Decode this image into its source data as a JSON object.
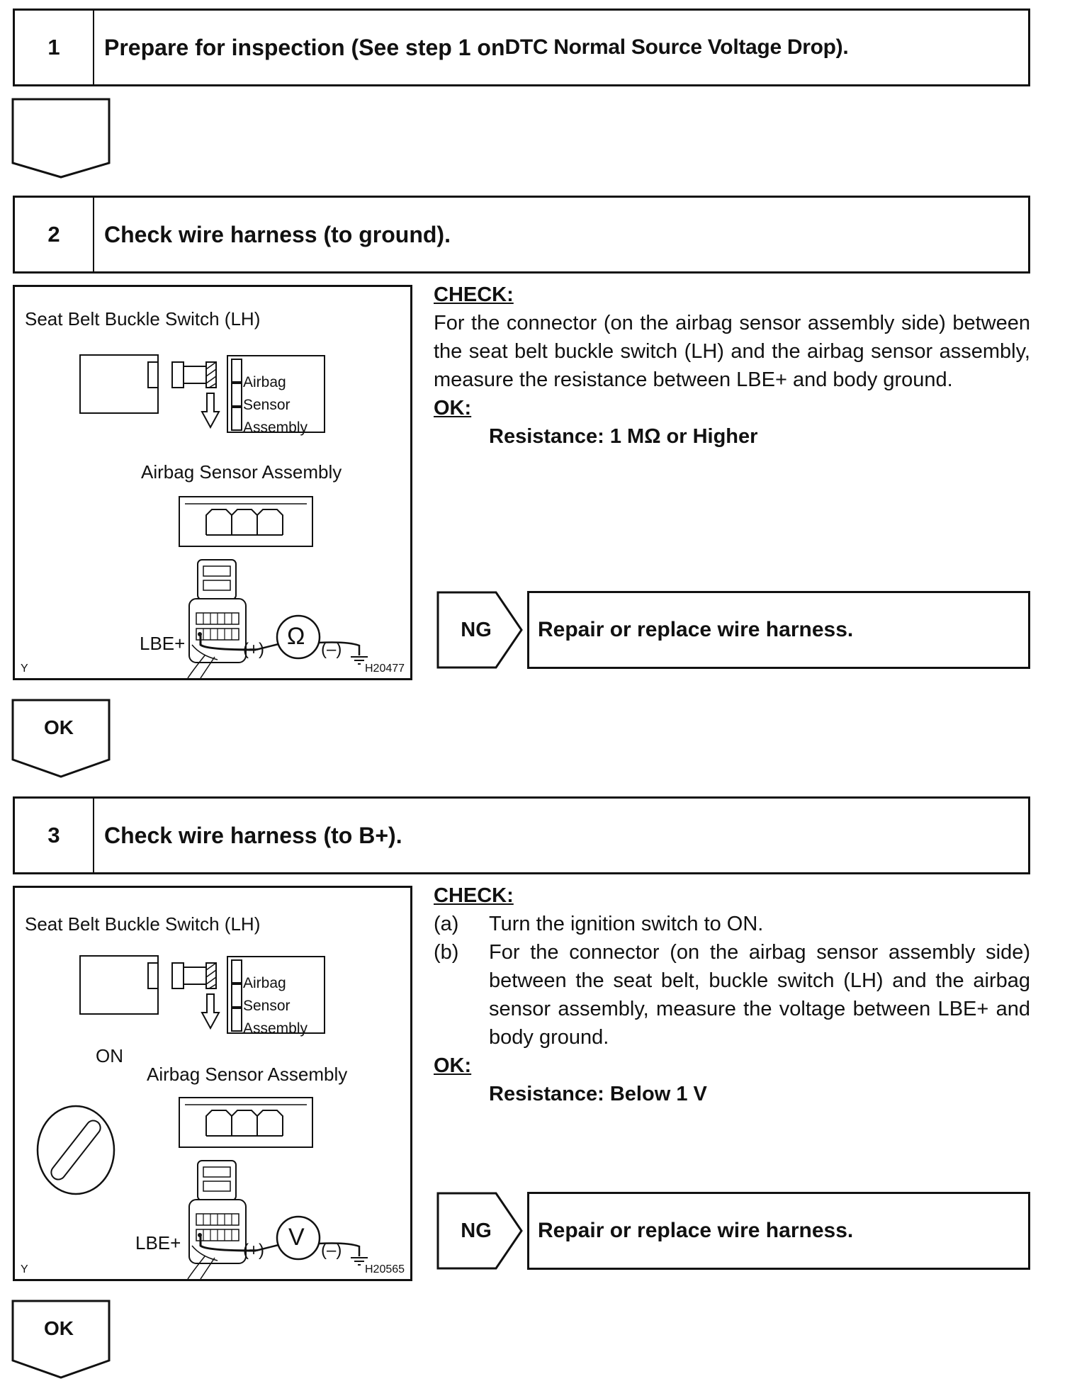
{
  "steps": [
    {
      "number": "1",
      "title": "Prepare for inspection (See step 1 on ",
      "title_ref": "DTC Normal Source Voltage Drop).",
      "next_label": ""
    },
    {
      "number": "2",
      "title": "Check wire harness (to ground).",
      "figure": {
        "title": "Seat Belt Buckle Switch (LH)",
        "connector_labels": [
          "Airbag",
          "Sensor",
          "Assembly"
        ],
        "assembly_label": "Airbag Sensor Assembly",
        "terminal_label": "LBE+",
        "plus_label": "(+)",
        "minus_label": "(–)",
        "meter_symbol": "Ω",
        "corner_label": "Y",
        "code": "H20477"
      },
      "check_heading": "CHECK:",
      "check_text": "For the connector (on the airbag sensor assembly side) between the seat belt buckle switch (LH) and the airbag sensor assembly, measure the resistance between LBE+ and body ground.",
      "ok_heading": "OK:",
      "ok_spec": "Resistance: 1 MΩ or Higher",
      "ng_label": "NG",
      "ng_action": "Repair or replace wire harness.",
      "next_label": "OK"
    },
    {
      "number": "3",
      "title": "Check wire harness (to B+).",
      "figure": {
        "title": "Seat Belt Buckle Switch (LH)",
        "connector_labels": [
          "Airbag",
          "Sensor",
          "Assembly"
        ],
        "ignition_label": "ON",
        "assembly_label": "Airbag Sensor Assembly",
        "terminal_label": "LBE+",
        "plus_label": "(+)",
        "minus_label": "(–)",
        "meter_symbol": "V",
        "corner_label": "Y",
        "code": "H20565"
      },
      "check_heading": "CHECK:",
      "check_items": [
        {
          "letter": "(a)",
          "text": "Turn the ignition switch to ON."
        },
        {
          "letter": "(b)",
          "text": "For the connector (on the airbag sensor assembly side) between the seat belt, buckle switch (LH) and the airbag sensor assembly, measure the voltage between LBE+ and body ground."
        }
      ],
      "ok_heading": "OK:",
      "ok_spec": "Resistance: Below 1 V",
      "ng_label": "NG",
      "ng_action": "Repair or replace wire harness.",
      "next_label": "OK"
    }
  ]
}
